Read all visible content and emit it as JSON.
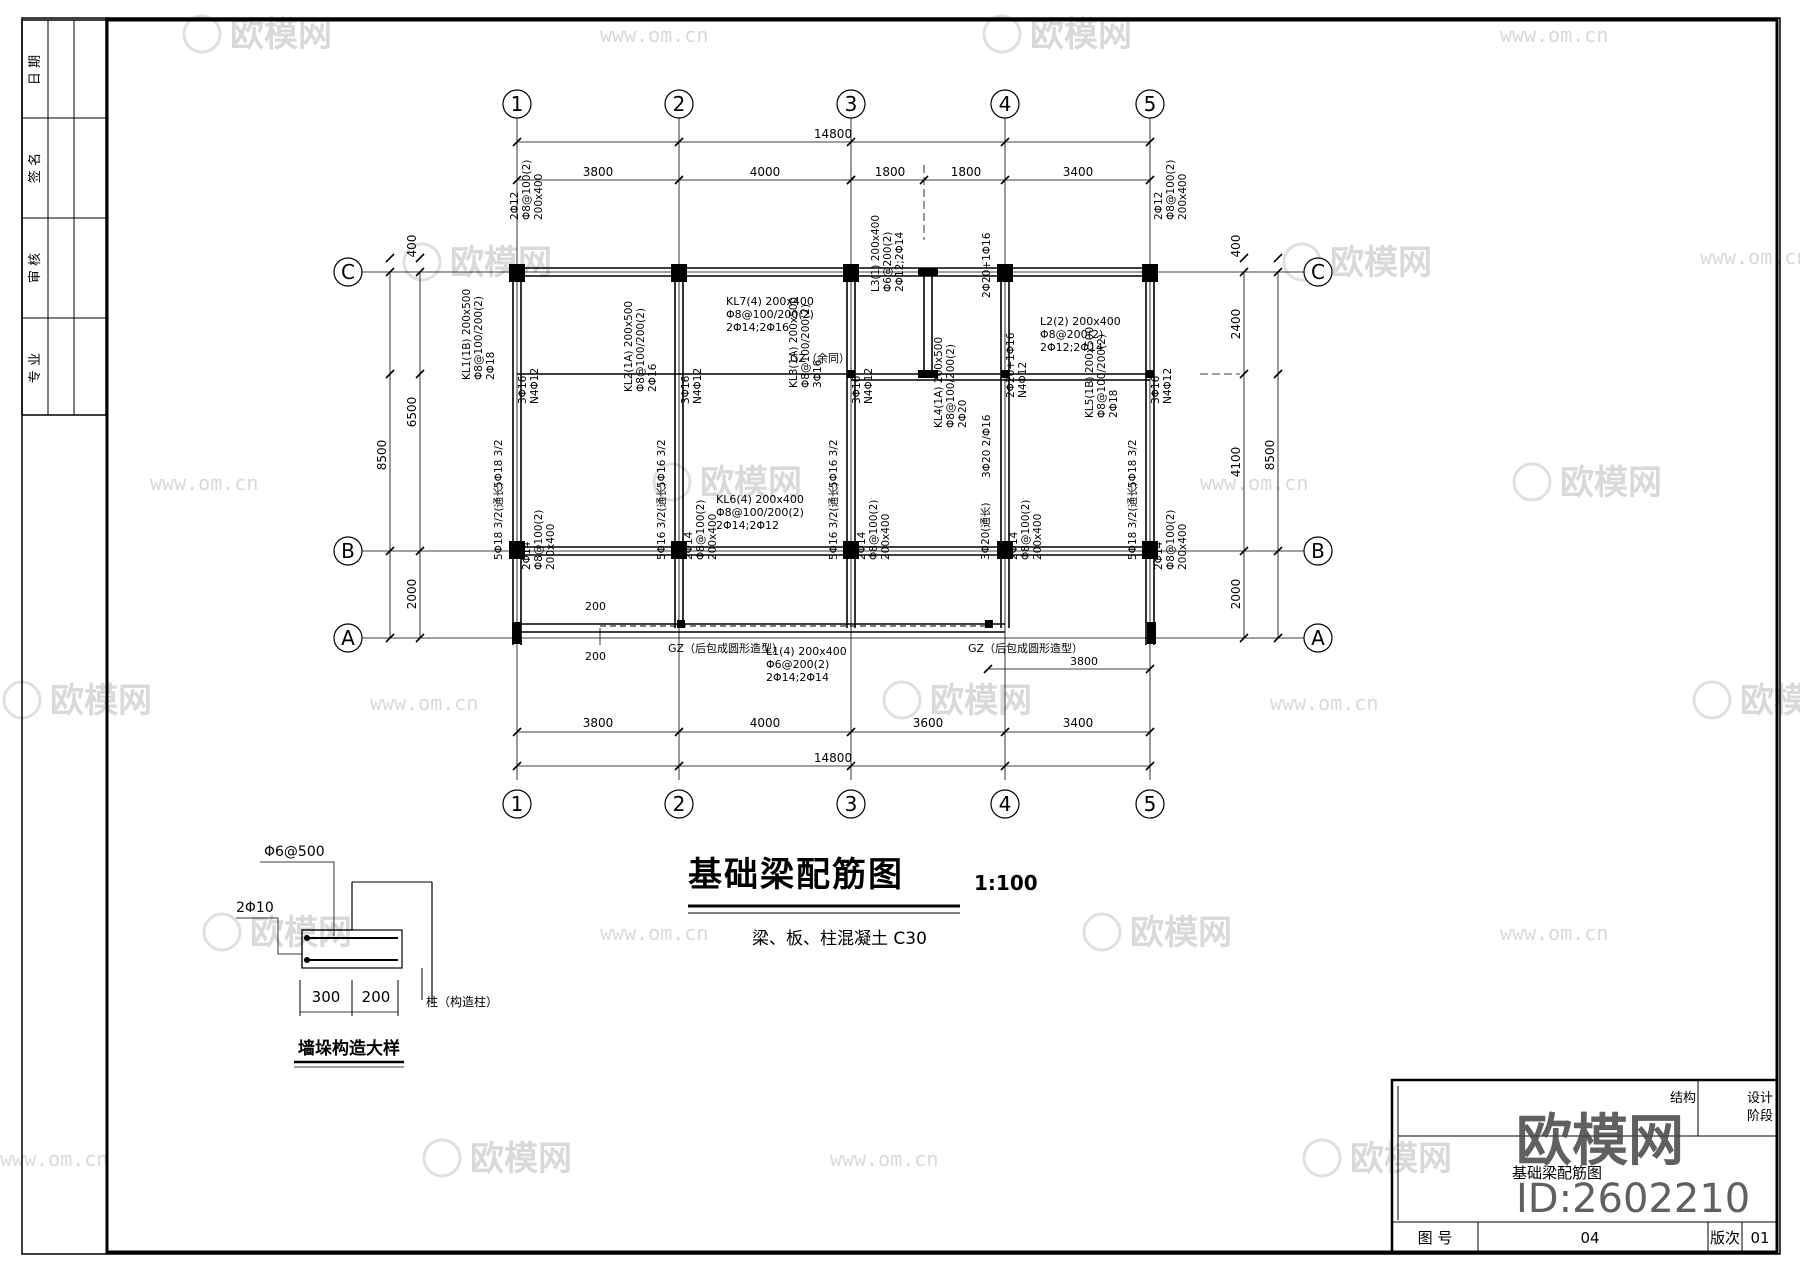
{
  "title_side": [
    "日 期",
    "签 名",
    "审 核",
    "专 业"
  ],
  "title": "基础梁配筋图",
  "scale": "1:100",
  "concrete_note": "梁、板、柱混凝土 C30",
  "axes_x": [
    "1",
    "2",
    "3",
    "4",
    "5"
  ],
  "axes_y": [
    "C",
    "B",
    "A"
  ],
  "dims_top": [
    "3800",
    "4000",
    "1800",
    "1800",
    "3400"
  ],
  "dims_bottom": [
    "3800",
    "4000",
    "3600",
    "3400"
  ],
  "dim_total": "14800",
  "dims_left": [
    "400",
    "6500",
    "2000",
    "8500"
  ],
  "dims_right": [
    "400",
    "2400",
    "4100",
    "2000",
    "8500"
  ],
  "beam_labels": [
    {
      "id": "kl7",
      "lines": [
        "KL7(4) 200x400",
        "Φ8@100/200(2)",
        "2Φ14;2Φ16"
      ]
    },
    {
      "id": "l2",
      "lines": [
        "L2(2) 200x400",
        "Φ8@200(2)",
        "2Φ12;2Φ14"
      ]
    },
    {
      "id": "kl6",
      "lines": [
        "KL6(4) 200x400",
        "Φ8@100/200(2)",
        "2Φ14;2Φ12"
      ]
    },
    {
      "id": "l1",
      "lines": [
        "L1(4) 200x400",
        "Φ6@200(2)",
        "2Φ14;2Φ14"
      ]
    },
    {
      "id": "gz1",
      "lines": [
        "GZ（余同）"
      ]
    },
    {
      "id": "gz2",
      "lines": [
        "GZ（后包成圆形造型）"
      ]
    },
    {
      "id": "gz3",
      "lines": [
        "GZ（后包成圆形造型）"
      ]
    },
    {
      "id": "dim3800",
      "lines": [
        "3800"
      ]
    },
    {
      "id": "dim200a",
      "lines": [
        "200"
      ]
    },
    {
      "id": "dim200b",
      "lines": [
        "200"
      ]
    }
  ],
  "vertical_labels": [
    {
      "id": "kl1",
      "lines": [
        "KL1(1B) 200x500",
        "Φ8@100/200(2)",
        "2Φ18"
      ]
    },
    {
      "id": "kl2",
      "lines": [
        "KL2(1A) 200x500",
        "Φ8@100/200(2)",
        "2Φ16"
      ]
    },
    {
      "id": "kl3",
      "lines": [
        "KL3(1A) 200x500",
        "Φ8@100/200(2)",
        "3Φ16"
      ]
    },
    {
      "id": "l3",
      "lines": [
        "L3(1) 200x400",
        "Φ6@200(2)",
        "2Φ12;2Φ14"
      ]
    },
    {
      "id": "kl4",
      "lines": [
        "KL4(1A) 200x500",
        "Φ8@100/200(2)",
        "2Φ20"
      ]
    },
    {
      "id": "kl5",
      "lines": [
        "KL5(1B) 200x500",
        "Φ8@100/200(2)",
        "2Φ18"
      ]
    },
    {
      "id": "n1",
      "lines": [
        "3Φ16",
        "N4Φ12"
      ]
    },
    {
      "id": "n2",
      "lines": [
        "3Φ16",
        "N4Φ12"
      ]
    },
    {
      "id": "n3",
      "lines": [
        "3Φ16",
        "N4Φ12"
      ]
    },
    {
      "id": "n4",
      "lines": [
        "2Φ20+1Φ16",
        "N4Φ12"
      ]
    },
    {
      "id": "n5",
      "lines": [
        "3Φ16",
        "N4Φ12"
      ]
    },
    {
      "id": "t4",
      "lines": [
        "2Φ20+1Φ16"
      ]
    },
    {
      "id": "s1",
      "lines": [
        "5Φ18 3/2"
      ]
    },
    {
      "id": "s2",
      "lines": [
        "5Φ16 3/2"
      ]
    },
    {
      "id": "s3",
      "lines": [
        "5Φ16 3/2"
      ]
    },
    {
      "id": "s4",
      "lines": [
        "3Φ20 2/Φ16"
      ]
    },
    {
      "id": "s5",
      "lines": [
        "5Φ18 3/2"
      ]
    },
    {
      "id": "a1",
      "lines": [
        "2Φ14",
        "Φ8@100(2)",
        "200x400"
      ]
    },
    {
      "id": "a2",
      "lines": [
        "2Φ14",
        "Φ8@100(2)",
        "200x400"
      ]
    },
    {
      "id": "a3",
      "lines": [
        "2Φ14",
        "Φ8@100(2)",
        "200x400"
      ]
    },
    {
      "id": "a4",
      "lines": [
        "2Φ14",
        "Φ8@100(2)",
        "200x400"
      ]
    },
    {
      "id": "a5",
      "lines": [
        "2Φ14",
        "Φ8@100(2)",
        "200x400"
      ]
    },
    {
      "id": "c1",
      "lines": [
        "2Φ12",
        "Φ8@100(2)",
        "200x400"
      ]
    },
    {
      "id": "c5",
      "lines": [
        "2Φ12",
        "Φ8@100(2)",
        "200x400"
      ]
    },
    {
      "id": "b1",
      "lines": [
        "5Φ18 3/2(通长)"
      ]
    },
    {
      "id": "b2",
      "lines": [
        "5Φ16 3/2(通长)"
      ]
    },
    {
      "id": "b3",
      "lines": [
        "5Φ16 3/2(通长)"
      ]
    },
    {
      "id": "b4",
      "lines": [
        "3Φ20(通长)"
      ]
    },
    {
      "id": "b5",
      "lines": [
        "5Φ18 3/2(通长)"
      ]
    }
  ],
  "detail": {
    "title": "墙垛构造大样",
    "stirrup": "Φ6@500",
    "bars": "2Φ10",
    "dim_a": "300",
    "dim_b": "200",
    "column_note": "柱（构造柱）"
  },
  "title_block": {
    "discipline": "结构",
    "stage_label": "设计",
    "stage_label2": "阶段",
    "drawing_name": "基础梁配筋图",
    "number_label": "图  号",
    "number": "04",
    "version_label": "版次",
    "version": "01"
  },
  "watermark": {
    "brand": "欧模网",
    "url": "www.om.cn",
    "id": "ID:2602210"
  }
}
